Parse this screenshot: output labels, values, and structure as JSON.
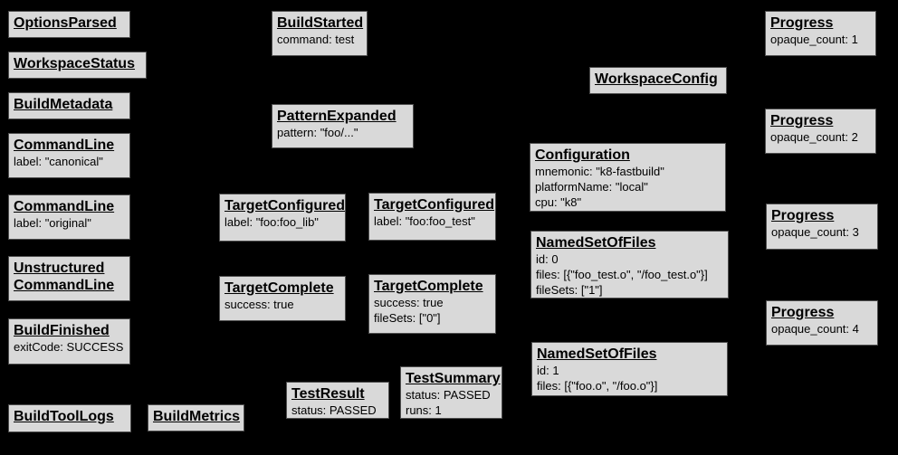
{
  "diagram": {
    "title": "Build Event Protocol event graph",
    "background": "#000000",
    "node_fill": "#d9d9d9",
    "node_border": "#4f4f4f",
    "text_color": "#000000"
  },
  "nodes": [
    {
      "title": "OptionsParsed",
      "lines": []
    },
    {
      "title": "WorkspaceStatus",
      "lines": []
    },
    {
      "title": "BuildMetadata",
      "lines": []
    },
    {
      "title": "CommandLine",
      "lines": [
        "label: \"canonical\""
      ]
    },
    {
      "title": "CommandLine",
      "lines": [
        "label: \"original\""
      ]
    },
    {
      "title": "Unstructured CommandLine",
      "lines": []
    },
    {
      "title": "BuildFinished",
      "lines": [
        "exitCode: SUCCESS"
      ]
    },
    {
      "title": "BuildToolLogs",
      "lines": []
    },
    {
      "title": "BuildMetrics",
      "lines": []
    },
    {
      "title": "BuildStarted",
      "lines": [
        "command: test"
      ]
    },
    {
      "title": "PatternExpanded",
      "lines": [
        "pattern: \"foo/...\""
      ]
    },
    {
      "title": "TargetConfigured",
      "lines": [
        "label: \"foo:foo_lib\""
      ]
    },
    {
      "title": "TargetConfigured",
      "lines": [
        "label: \"foo:foo_test\""
      ]
    },
    {
      "title": "TargetComplete",
      "lines": [
        "success: true"
      ]
    },
    {
      "title": "TargetComplete",
      "lines": [
        "success: true",
        "fileSets: [\"0\"]"
      ]
    },
    {
      "title": "TestResult",
      "lines": [
        "status: PASSED"
      ]
    },
    {
      "title": "TestSummary",
      "lines": [
        "status: PASSED",
        "runs: 1"
      ]
    },
    {
      "title": "WorkspaceConfig",
      "lines": []
    },
    {
      "title": "Configuration",
      "lines": [
        "mnemonic: \"k8-fastbuild\"",
        "platformName: \"local\"",
        "cpu: \"k8\""
      ]
    },
    {
      "title": "NamedSetOfFiles",
      "lines": [
        "id: 0",
        "files: [{\"foo_test.o\", \"/foo_test.o\"}]",
        "fileSets: [\"1\"]"
      ]
    },
    {
      "title": "NamedSetOfFiles",
      "lines": [
        "id: 1",
        "files: [{\"foo.o\", \"/foo.o\"}]"
      ]
    },
    {
      "title": "Progress",
      "lines": [
        "opaque_count: 1"
      ]
    },
    {
      "title": "Progress",
      "lines": [
        "opaque_count: 2"
      ]
    },
    {
      "title": "Progress",
      "lines": [
        "opaque_count: 3"
      ]
    },
    {
      "title": "Progress",
      "lines": [
        "opaque_count: 4"
      ]
    }
  ]
}
